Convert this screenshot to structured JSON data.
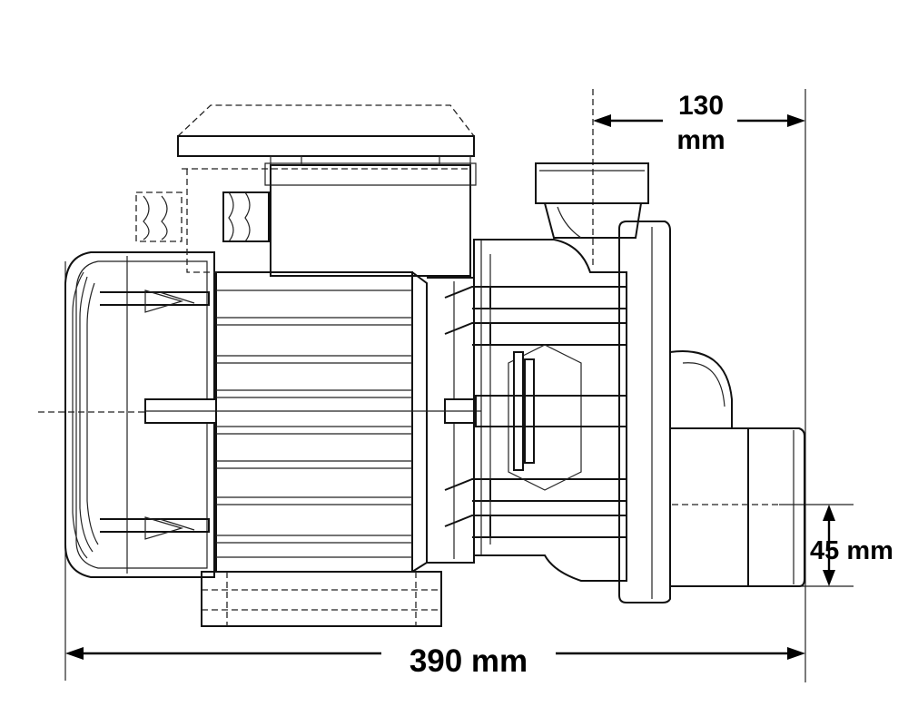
{
  "dimensions": {
    "overall_length": "390 mm",
    "outlet_height_value": "130",
    "outlet_height_unit": "mm",
    "inlet_offset": "45 mm"
  },
  "colors": {
    "line": "#111111",
    "background": "#ffffff"
  }
}
